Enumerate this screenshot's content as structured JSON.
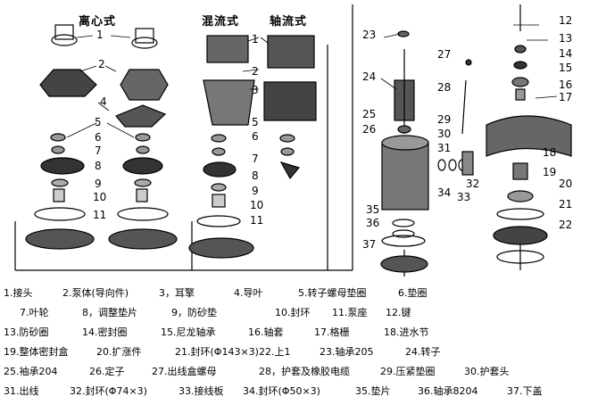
{
  "headers": {
    "centrifugal": "离心式",
    "mixed_flow": "混流式",
    "axial_flow": "轴流式"
  },
  "callouts": {
    "left": [
      "1",
      "2",
      "4",
      "5",
      "6",
      "7",
      "8",
      "9",
      "10",
      "11"
    ],
    "middle": [
      "1",
      "2",
      "3",
      "5",
      "6",
      "7",
      "8",
      "9",
      "10",
      "11"
    ],
    "right": [
      "23",
      "24",
      "25",
      "26",
      "27",
      "28",
      "29",
      "30",
      "31",
      "32",
      "33",
      "34",
      "35",
      "36",
      "37"
    ],
    "far_right": [
      "12",
      "13",
      "14",
      "15",
      "16",
      "17",
      "18",
      "19",
      "20",
      "21",
      "22"
    ]
  },
  "legend": [
    [
      "1.接头",
      "2.泵体(导向件)",
      "3，耳擎",
      "4.导叶",
      "5.转子螺母垫圈",
      "6.垫圈"
    ],
    [
      "7.叶轮",
      "8，调整垫片",
      "9，防砂垫",
      "10.封环",
      "11.泵座",
      "12.键"
    ],
    [
      "13.防砂圈",
      "14.密封圈",
      "15.尼龙轴承",
      "16.轴套",
      "17.格栅",
      "18.进水节"
    ],
    [
      "19.整体密封盒",
      "20.扩涨件",
      "21.封环(Φ143×3)22.上1",
      "23.轴承205",
      "24.转子"
    ],
    [
      "25.袖承204",
      "26.定子",
      "27.出线盒螺母",
      "28，护套及橡胶电缆",
      "29.压紧垫圈",
      "30.护套头"
    ],
    [
      "31.出线",
      "32.封环(Φ74×3)",
      "33.接线板",
      "34.封环(Φ50×3)",
      "35.垫片",
      "36.轴承8204",
      "37.下盖"
    ]
  ]
}
